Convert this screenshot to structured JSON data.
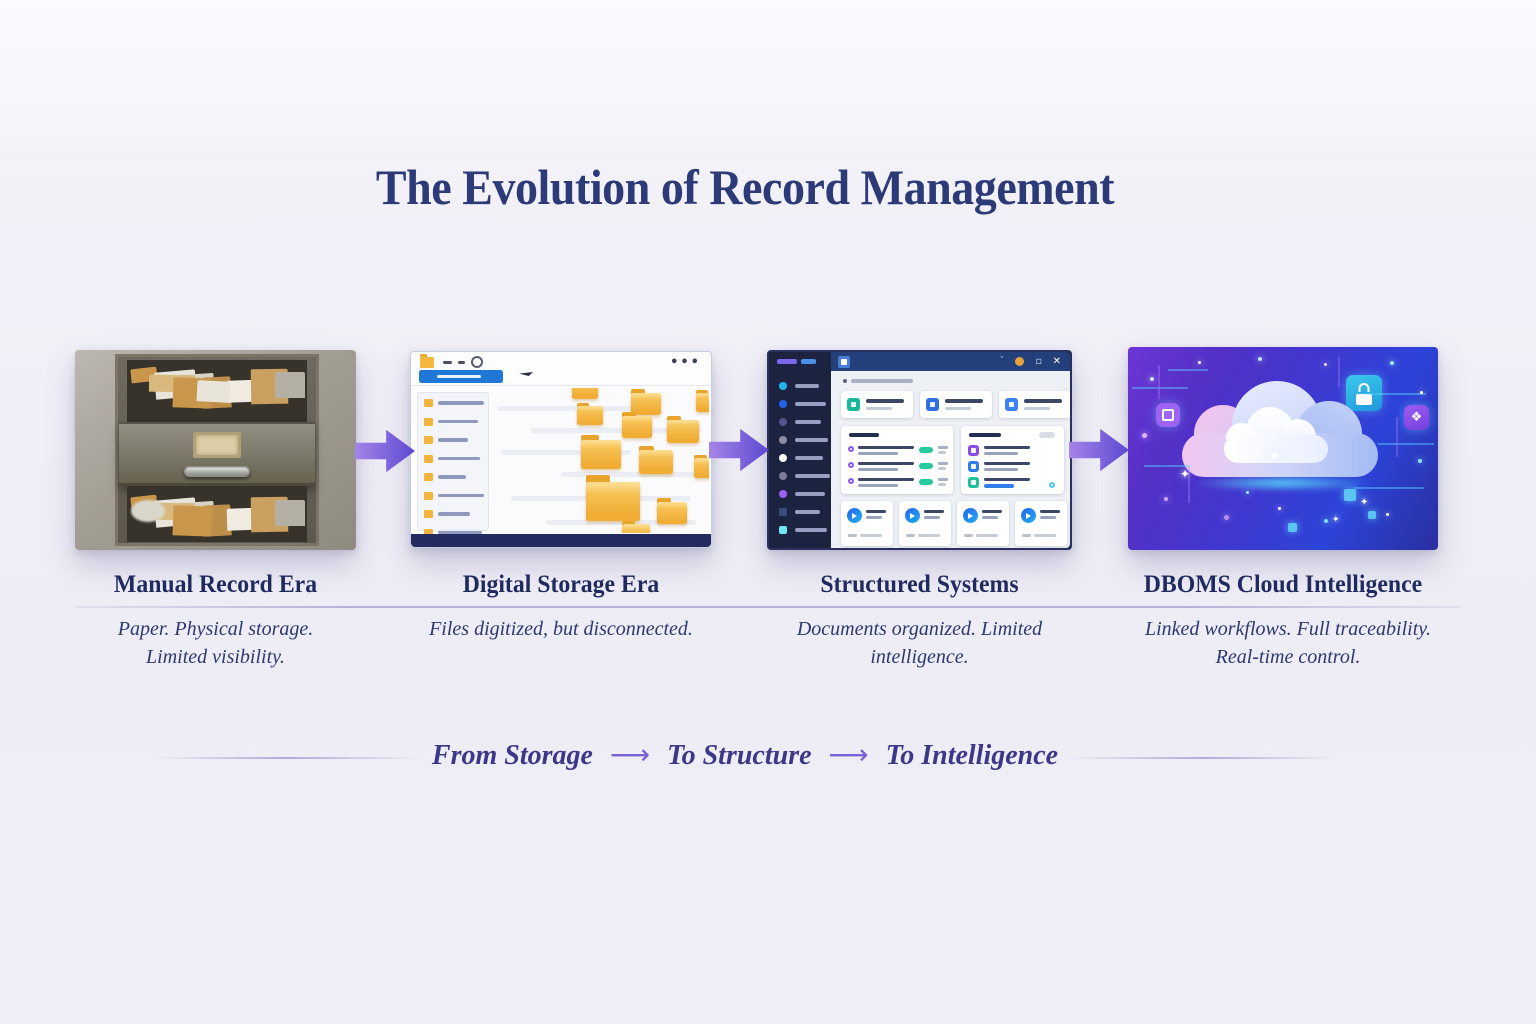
{
  "title": "The Evolution of Record Management",
  "stages": [
    {
      "label": "Manual Record Era",
      "description": "Paper. Physical storage. Limited visibility."
    },
    {
      "label": "Digital Storage Era",
      "description": "Files digitized, but disconnected."
    },
    {
      "label": "Structured Systems",
      "description": "Documents organized. Limited intelligence."
    },
    {
      "label": "DBOMS Cloud Intelligence",
      "description": "Linked workflows. Full traceability. Real-time control."
    }
  ],
  "tagline": {
    "from": "From Storage",
    "structure": "To Structure",
    "intelligence": "To Intelligence",
    "arrow": "⟶"
  },
  "icons": {
    "package_glyph": "❖",
    "sparkle_glyph": "✦",
    "window_close_glyph": "✕",
    "window_restore_glyph": "▫",
    "window_chevron_glyph": "˅",
    "ellipsis_glyph": "•••"
  },
  "colors": {
    "title_navy": "#2d3a78",
    "accent_purple": "#7a5fd8",
    "arrow_gradient_start": "#a585e8",
    "arrow_gradient_end": "#5d48d2",
    "folder_yellow": "#f2b43e",
    "explorer_button_blue": "#1f78d6",
    "dashboard_navy": "#1c2340",
    "status_green": "#26c99e",
    "cloud_panel_purple": "#5330c6",
    "cloud_panel_blue": "#2a2f9e"
  }
}
